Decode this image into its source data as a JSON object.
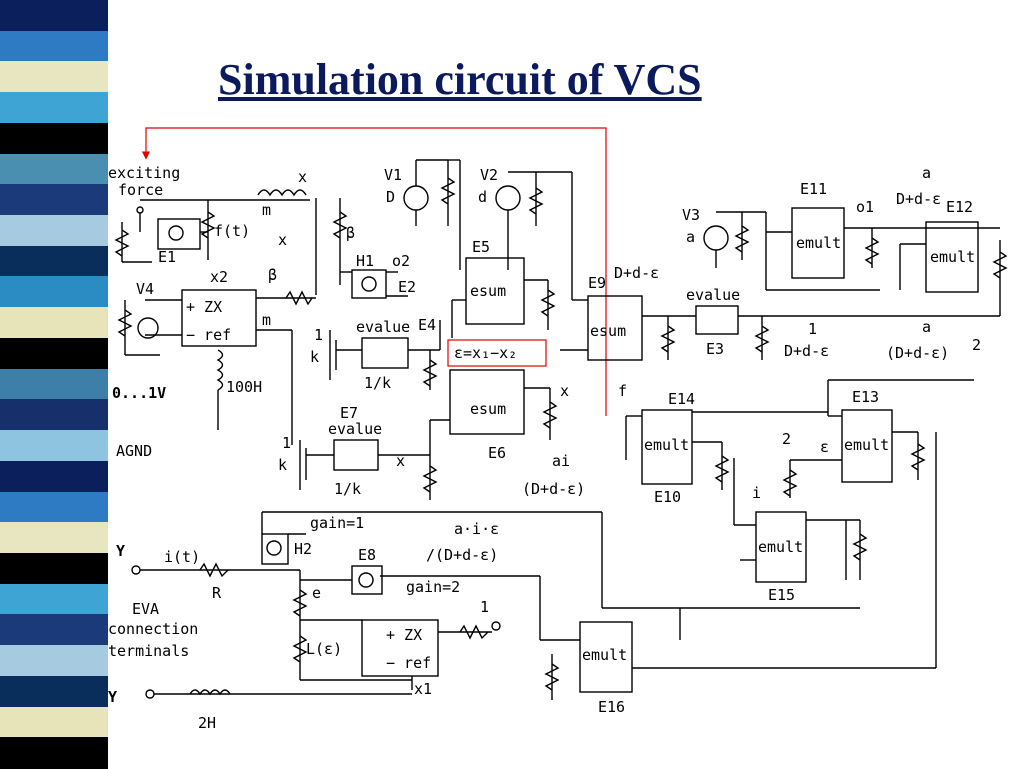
{
  "slide": {
    "title": "Simulation circuit of VCS",
    "stripe_colors": [
      "#0a1f5c",
      "#2e7bc4",
      "#e8e6c0",
      "#3ea4d4",
      "#000000",
      "#4a8fb0",
      "#1a3a7a",
      "#a6cbe0",
      "#0a2e5c",
      "#2b8cc4",
      "#e6e4b8",
      "#000000",
      "#3d7fa8",
      "#15306a",
      "#8fc4e0",
      "#0a1f5c",
      "#2e7bc4",
      "#e8e6c0",
      "#000000",
      "#3ea4d4",
      "#1a3a7a",
      "#a6cbe0",
      "#0a2e5c",
      "#e6e4b8",
      "#000000"
    ]
  },
  "labels": {
    "exciting": "exciting",
    "force": "force",
    "e1": "E1",
    "ft_src": "f(t)",
    "m1": "m",
    "x1dot": "x",
    "beta1": "β",
    "x2dot": "x",
    "beta2": "β",
    "m2": "m",
    "x2_block": "x2",
    "zx": "+ ZX",
    "ref": "− ref",
    "v4": "V4",
    "range": "0...1V",
    "l100": "100H",
    "agnd": "AGND",
    "v1": "V1",
    "d_big": "D",
    "v2": "V2",
    "d_small": "d",
    "h1": "H1",
    "o2": "o2",
    "e2": "E2",
    "e5": "E5",
    "esum": "esum",
    "e9": "E9",
    "evalue": "evalue",
    "e4": "E4",
    "inv_k1": "1/k",
    "one": "1",
    "k1": "k",
    "eps_eq": "ε=x₁−x₂",
    "x1": "x",
    "e6": "E6",
    "e7": "E7",
    "k2": "k",
    "inv_k2": "1/k",
    "x2": "x",
    "dde": "D+d-ε",
    "e3": "E3",
    "inv_dde": "1",
    "dde_den": "D+d-ε",
    "v3": "V3",
    "a": "a",
    "e11": "E11",
    "emult": "emult",
    "o1": "o1",
    "e12": "E12",
    "a_over_dde": "a",
    "dde_den2": "D+d-ε",
    "a2_num": "a",
    "dde_sq": "(D+d-ε)",
    "sq": "2",
    "e13": "E13",
    "e14": "E14",
    "ft": "f",
    "e10": "E10",
    "ai2_num": "ai",
    "ai2_den": "(D+d-ε)",
    "i2": "i",
    "two": "2",
    "epsdot": "ε",
    "e15": "E15",
    "gain1": "gain=1",
    "h2": "H2",
    "y1": "Y",
    "it": "i(t)",
    "rc": "R",
    "e8": "E8",
    "gain2": "gain=2",
    "et": "e",
    "aie_num": "a·i·ε",
    "aie_den": "/(D+d-ε)",
    "eva1": "EVA",
    "eva2": "connection",
    "eva3": "terminals",
    "le": "L(ε)",
    "one_src": "1",
    "x1_block": "x1",
    "e16": "E16",
    "y2": "Y",
    "h2_ind": "2H"
  }
}
